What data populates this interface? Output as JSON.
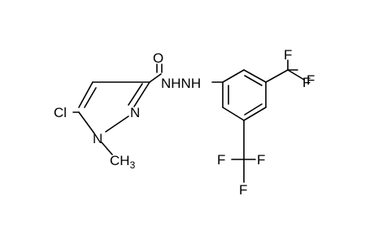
{
  "structure": {
    "atoms": {
      "cl": "Cl",
      "n1": "N",
      "n2": "N",
      "methyl": "CH",
      "methyl_sub": "3",
      "o": "O",
      "hydrazide": "NHNH",
      "f_top_1": "F",
      "f_top_2": "F",
      "f_top_3": "F",
      "f_bot_1": "F",
      "f_bot_2": "F",
      "f_bot_3": "F"
    }
  }
}
